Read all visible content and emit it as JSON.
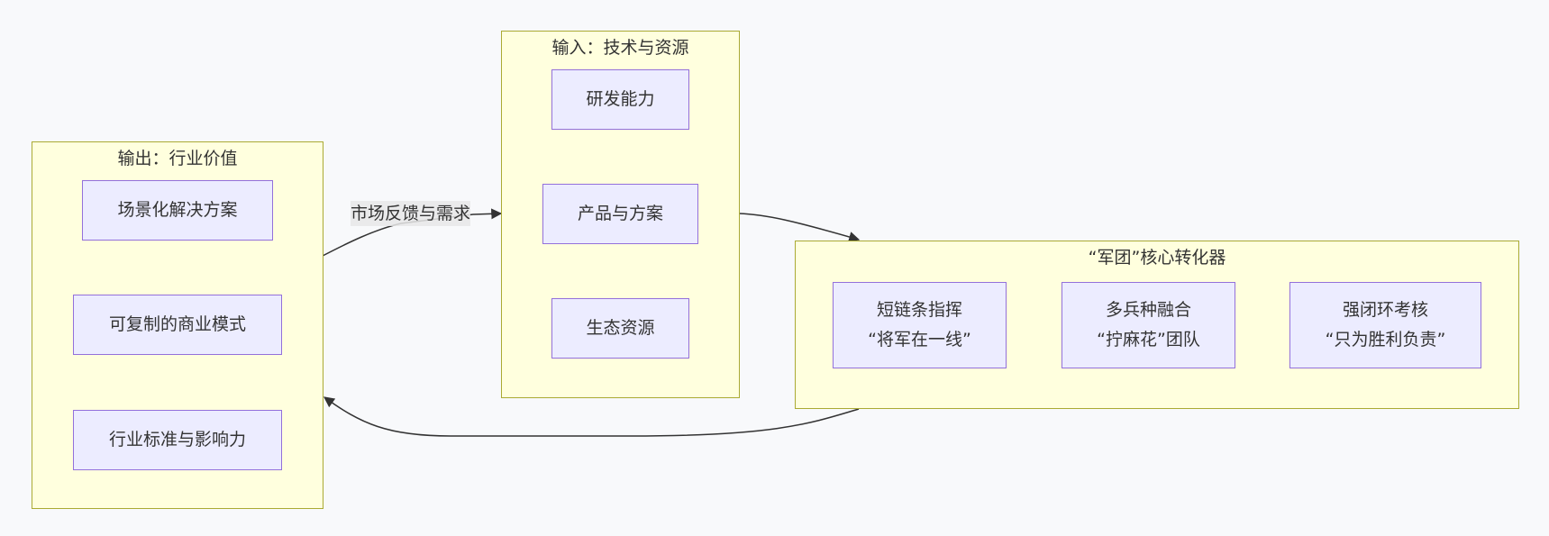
{
  "clusters": {
    "output": {
      "title": "输出：行业价值",
      "nodes": [
        "场景化解决方案",
        "可复制的商业模式",
        "行业标准与影响力"
      ]
    },
    "input": {
      "title": "输入：技术与资源",
      "nodes": [
        "研发能力",
        "产品与方案",
        "生态资源"
      ]
    },
    "converter": {
      "title": "“军团”核心转化器",
      "nodes": [
        {
          "line1": "短链条指挥",
          "line2": "“将军在一线”"
        },
        {
          "line1": "多兵种融合",
          "line2": "“拧麻花”团队"
        },
        {
          "line1": "强闭环考核",
          "line2": "“只为胜利负责”"
        }
      ]
    }
  },
  "edges": {
    "feedback_label": "市场反馈与需求"
  },
  "colors": {
    "background": "#f8f9fb",
    "cluster_fill": "#ffffde",
    "cluster_border": "#aaaa33",
    "node_fill": "#ececff",
    "node_border": "#9370db",
    "edge": "#333333"
  }
}
